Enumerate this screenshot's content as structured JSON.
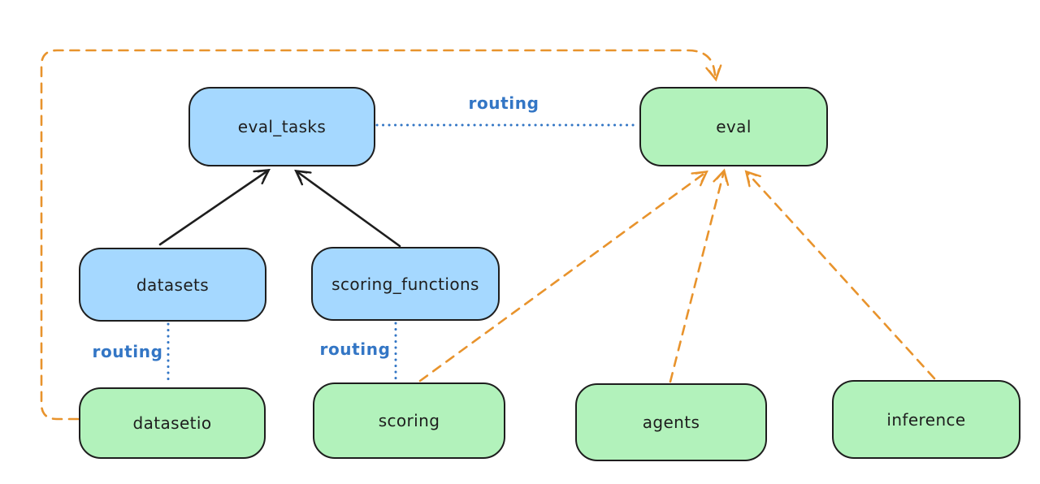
{
  "diagram": {
    "nodes": {
      "eval_tasks": {
        "label": "eval_tasks",
        "kind": "resource"
      },
      "eval": {
        "label": "eval",
        "kind": "api"
      },
      "datasets": {
        "label": "datasets",
        "kind": "resource"
      },
      "scoring_functions": {
        "label": "scoring_functions",
        "kind": "resource"
      },
      "datasetio": {
        "label": "datasetio",
        "kind": "api"
      },
      "scoring": {
        "label": "scoring",
        "kind": "api"
      },
      "agents": {
        "label": "agents",
        "kind": "api"
      },
      "inference": {
        "label": "inference",
        "kind": "api"
      }
    },
    "edges": [
      {
        "from": "datasets",
        "to": "eval_tasks",
        "style": "solid-arrow",
        "label": ""
      },
      {
        "from": "scoring_functions",
        "to": "eval_tasks",
        "style": "solid-arrow",
        "label": ""
      },
      {
        "from": "eval_tasks",
        "to": "eval",
        "style": "dotted-line",
        "label": "routing"
      },
      {
        "from": "datasets",
        "to": "datasetio",
        "style": "dotted-line",
        "label": "routing"
      },
      {
        "from": "scoring_functions",
        "to": "scoring",
        "style": "dotted-line",
        "label": "routing"
      },
      {
        "from": "datasetio",
        "to": "eval",
        "style": "dashed-arrow",
        "label": ""
      },
      {
        "from": "scoring",
        "to": "eval",
        "style": "dashed-arrow",
        "label": ""
      },
      {
        "from": "agents",
        "to": "eval",
        "style": "dashed-arrow",
        "label": ""
      },
      {
        "from": "inference",
        "to": "eval",
        "style": "dashed-arrow",
        "label": ""
      }
    ],
    "colors": {
      "resource_node_fill": "#a5d8ff",
      "api_node_fill": "#b2f2bb",
      "node_border": "#1e1e1e",
      "routing_blue": "#3376c5",
      "dashed_orange": "#e8932c",
      "solid_arrow_black": "#1e1e1e",
      "background": "#ffffff"
    }
  }
}
